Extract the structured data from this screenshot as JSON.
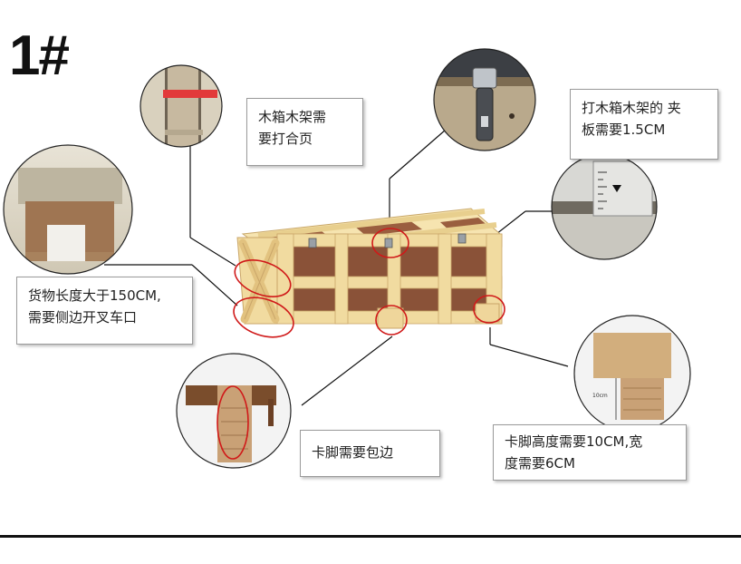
{
  "title": "1#",
  "callouts": {
    "hinge": "木箱木架需\n要打合页",
    "clip_thickness": "打木箱木架的 夹\n板需要1.5CM",
    "side_opening": "货物长度大于150CM,\n需要侧边开叉车口",
    "foot_edge": "卡脚需要包边",
    "foot_size": "卡脚高度需要10CM,宽\n度需要6CM"
  },
  "ruler_label": "10cm",
  "colors": {
    "wood_light": "#f3dfa6",
    "panel_brown": "#8a5238",
    "highlight_red": "#d01919",
    "leader_line": "#111111"
  }
}
